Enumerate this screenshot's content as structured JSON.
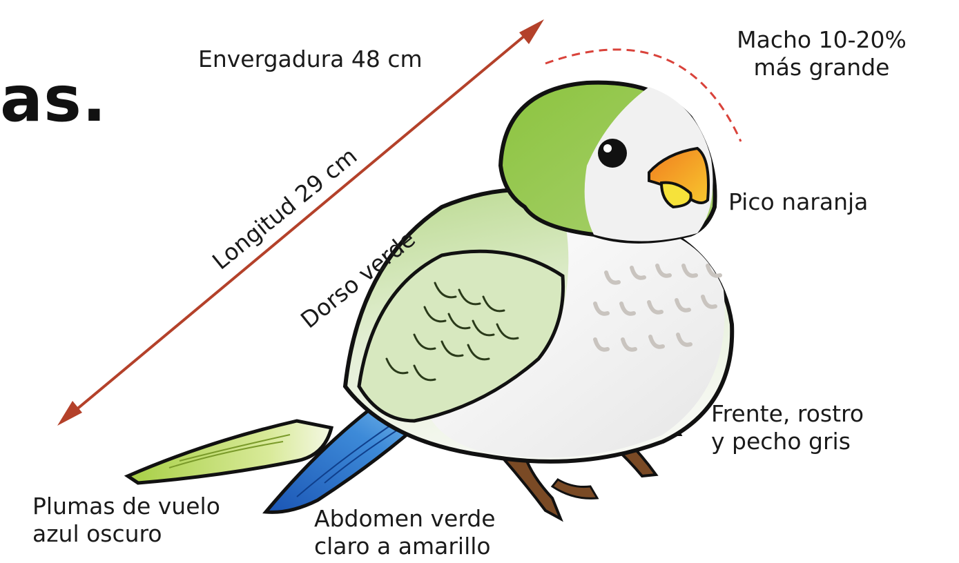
{
  "title_fragment": "as.",
  "labels": {
    "wingspan": "Envergadura 48 cm",
    "length": "Longitud 29 cm",
    "back": "Dorso verde",
    "male_line1": "Macho 10-20%",
    "male_line2": "más grande",
    "beak": "Pico naranja",
    "front_line1": "Frente, rostro",
    "front_line2": "y pecho gris",
    "flight_line1": "Plumas de vuelo",
    "flight_line2": "azul oscuro",
    "abdomen_line1": "Abdomen verde",
    "abdomen_line2": "claro a amarillo"
  },
  "colors": {
    "arrow": "#b4412a",
    "dashed_arc": "#d9423a",
    "head_green": "#8cc43f",
    "body_green_light": "#dfeccd",
    "breast_white": "#f3f3f3",
    "breast_marks": "#c9c4bf",
    "beak_orange": "#f2a21d",
    "beak_yellow": "#f6e23a",
    "flight_blue": "#1f68c8",
    "flight_light_blue": "#5aa9e8",
    "feet_brown": "#7a4a25",
    "outline": "#111111"
  },
  "icons": {
    "arrow": "double-headed-arrow",
    "arc": "dashed-arc",
    "bird": "monk-parakeet-illustration"
  }
}
